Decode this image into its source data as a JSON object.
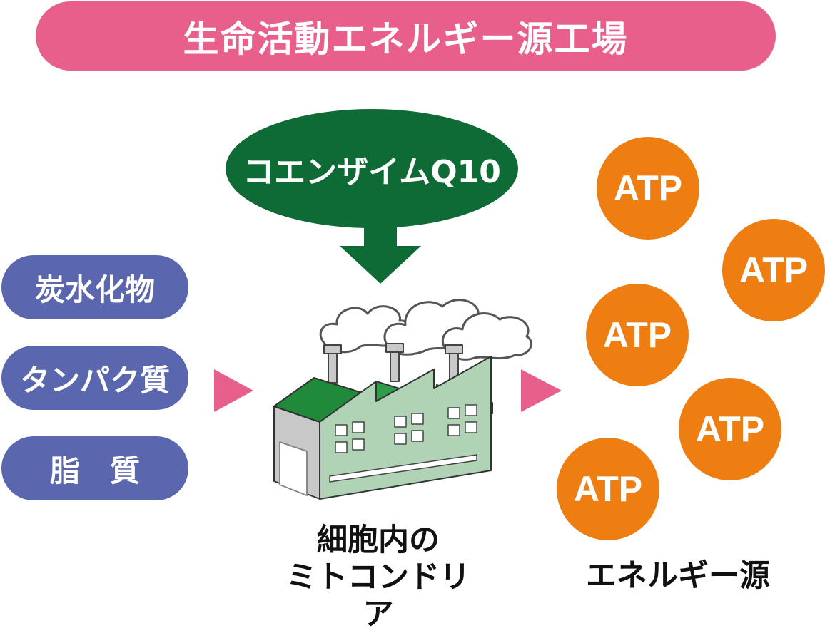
{
  "title": "生命活動エネルギー源工場",
  "inputs": [
    "炭水化物",
    "タンパク質",
    "脂　質"
  ],
  "coenzyme": "コエンザイムQ10",
  "factory_caption": [
    "細胞内の",
    "ミトコンドリア"
  ],
  "atp_label": "ATP",
  "output_caption": "エネルギー源",
  "colors": {
    "banner": "#e95f8c",
    "nutrient": "#5a66ad",
    "coenzyme": "#0e6b35",
    "atp": "#ee7d12",
    "arrow": "#e95f8c",
    "factory_wall": "#b0d3b5",
    "factory_roof": "#1f8a3a"
  }
}
